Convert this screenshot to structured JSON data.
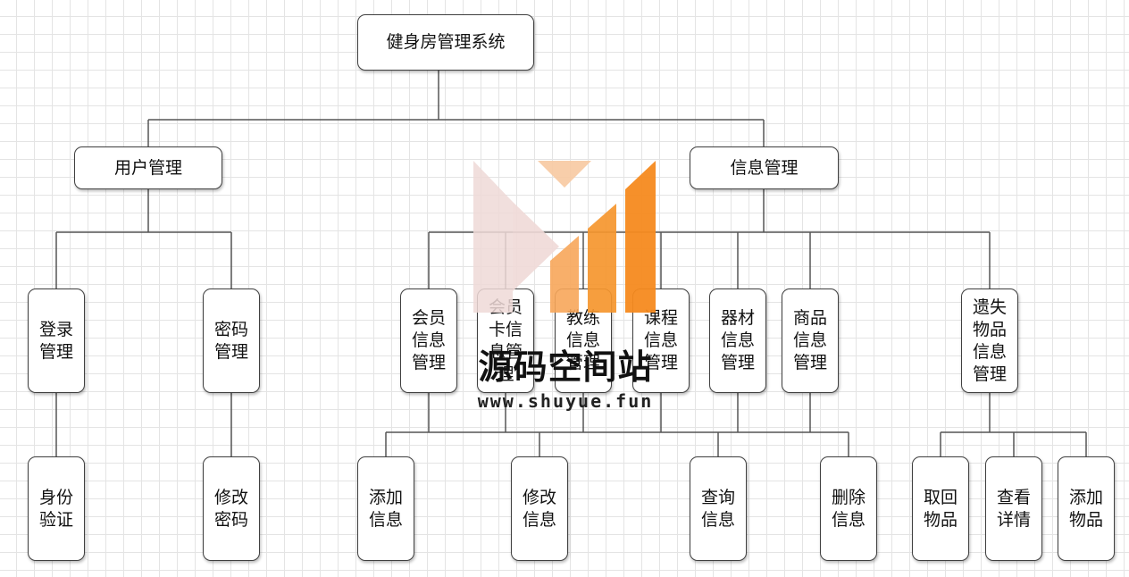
{
  "root": "健身房管理系统",
  "branches": {
    "user": "用户管理",
    "info": "信息管理"
  },
  "modules": {
    "login": "登录管理",
    "password": "密码管理",
    "member": "会员信息管理",
    "card": "会员卡信息管理",
    "coach": "教练信息管理",
    "course": "课程信息管理",
    "equipment": "器材信息管理",
    "goods": "商品信息管理",
    "lost": "遗失物品信息管理"
  },
  "leaves": {
    "auth": "身份验证",
    "change_pw": "修改密码",
    "add_info": "添加信息",
    "edit_info": "修改信息",
    "query_info": "查询信息",
    "delete_info": "删除信息",
    "retrieve": "取回物品",
    "details": "查看详情",
    "add_goods": "添加物品"
  },
  "watermark": {
    "title": "源码空间站",
    "url": "www.shuyue.fun"
  },
  "colors": {
    "node_border": "#404040",
    "line": "#555555",
    "grid": "#e4e4e4",
    "logo_orange": "#f58a1f",
    "logo_peach": "#f7c9a1",
    "logo_pink": "#efd9d7"
  }
}
